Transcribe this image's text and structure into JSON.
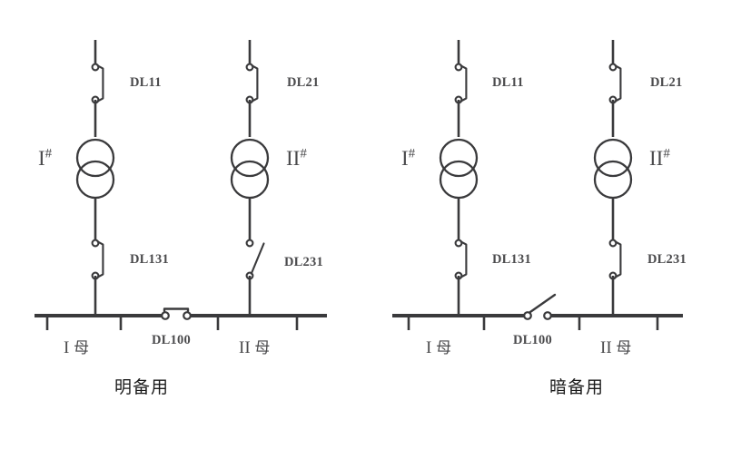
{
  "figure": {
    "type": "single-line-diagram",
    "description": "Power substation single-line diagram comparing two standby transformer configurations",
    "stroke_color": "#3a3a3c",
    "background_color": "#ffffff"
  },
  "panels": [
    {
      "id": "panel-left",
      "caption": "明备用",
      "transformers": [
        {
          "id": "t1",
          "label": "I",
          "superscript": "#",
          "label_side": "left"
        },
        {
          "id": "t2",
          "label": "II",
          "superscript": "#",
          "label_side": "right"
        }
      ],
      "breakers": [
        {
          "id": "DL11",
          "label": "DL11",
          "state": "closed",
          "position": "high-side",
          "branch": "left"
        },
        {
          "id": "DL21",
          "label": "DL21",
          "state": "closed",
          "position": "high-side",
          "branch": "right"
        },
        {
          "id": "DL131",
          "label": "DL131",
          "state": "closed",
          "position": "low-side",
          "branch": "left"
        },
        {
          "id": "DL231",
          "label": "DL231",
          "state": "open",
          "position": "low-side",
          "branch": "right"
        },
        {
          "id": "DL100",
          "label": "DL100",
          "state": "closed",
          "position": "bus-tie",
          "branch": "tie"
        }
      ],
      "buses": [
        {
          "id": "bus-1",
          "label": "I",
          "suffix": "母"
        },
        {
          "id": "bus-2",
          "label": "II",
          "suffix": "母"
        }
      ]
    },
    {
      "id": "panel-right",
      "caption": "暗备用",
      "transformers": [
        {
          "id": "t1",
          "label": "I",
          "superscript": "#",
          "label_side": "left"
        },
        {
          "id": "t2",
          "label": "II",
          "superscript": "#",
          "label_side": "right"
        }
      ],
      "breakers": [
        {
          "id": "DL11",
          "label": "DL11",
          "state": "closed",
          "position": "high-side",
          "branch": "left"
        },
        {
          "id": "DL21",
          "label": "DL21",
          "state": "closed",
          "position": "high-side",
          "branch": "right"
        },
        {
          "id": "DL131",
          "label": "DL131",
          "state": "closed",
          "position": "low-side",
          "branch": "left"
        },
        {
          "id": "DL231",
          "label": "DL231",
          "state": "closed",
          "position": "low-side",
          "branch": "right"
        },
        {
          "id": "DL100",
          "label": "DL100",
          "state": "open",
          "position": "bus-tie",
          "branch": "tie"
        }
      ],
      "buses": [
        {
          "id": "bus-1",
          "label": "I",
          "suffix": "母"
        },
        {
          "id": "bus-2",
          "label": "II",
          "suffix": "母"
        }
      ]
    }
  ],
  "labels": {
    "left": {
      "dl11": "DL11",
      "dl21": "DL21",
      "dl131": "DL131",
      "dl231": "DL231",
      "dl100": "DL100",
      "roman1": "I",
      "roman2": "II",
      "hash": "#",
      "bus1": "I",
      "bus2": "II",
      "bus_suffix": "母",
      "caption": "明备用"
    },
    "right": {
      "dl11": "DL11",
      "dl21": "DL21",
      "dl131": "DL131",
      "dl231": "DL231",
      "dl100": "DL100",
      "roman1": "I",
      "roman2": "II",
      "hash": "#",
      "bus1": "I",
      "bus2": "II",
      "bus_suffix": "母",
      "caption": "暗备用"
    }
  }
}
